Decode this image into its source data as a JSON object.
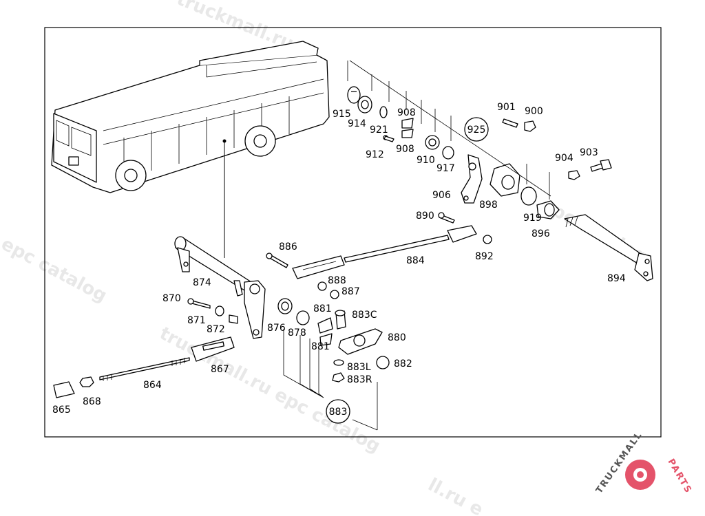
{
  "watermark": "truckmall.ru epc catalog",
  "watermark_fragments": [
    "truckmall.ru epc catalog",
    "epc catalog",
    "truckmall.ru epc catalog",
    "u epc catalog",
    "truckmall.ru",
    "ll.ru e"
  ],
  "logo": {
    "text_main": "TRUCKMALL",
    "text_accent": "PARTS",
    "accent_color": "#e4536a",
    "gear_color": "#e4536a"
  },
  "parts": [
    "864",
    "865",
    "867",
    "868",
    "870",
    "871",
    "872",
    "874",
    "876",
    "878",
    "880",
    "881",
    "881",
    "882",
    "883C",
    "883L",
    "883R",
    "884",
    "886",
    "887",
    "888",
    "890",
    "892",
    "894",
    "896",
    "898",
    "900",
    "901",
    "903",
    "904",
    "906",
    "908",
    "908",
    "910",
    "912",
    "914",
    "915",
    "917",
    "919",
    "921"
  ],
  "groups": {
    "g925": "925",
    "g883": "883"
  }
}
